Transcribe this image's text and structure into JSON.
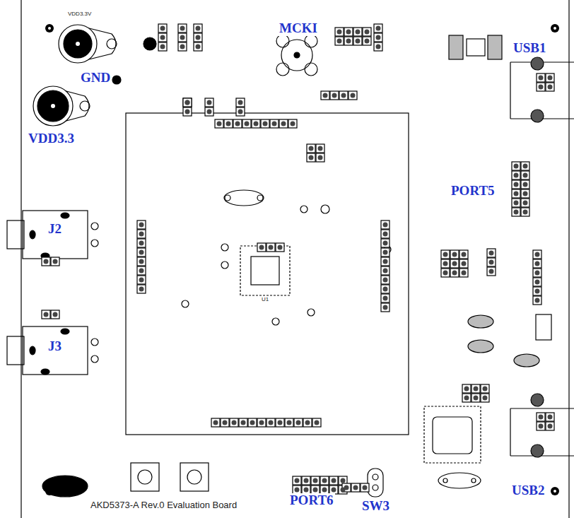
{
  "diagram": {
    "labels": [
      "GND",
      "VDD3.3",
      "MCKI",
      "USB1",
      "PORT5",
      "J2",
      "J3",
      "PORT6",
      "SW3",
      "USB2",
      "AKD5373-A Rev.0 Evaluation Board",
      "VDD3.3V",
      "U1"
    ]
  }
}
